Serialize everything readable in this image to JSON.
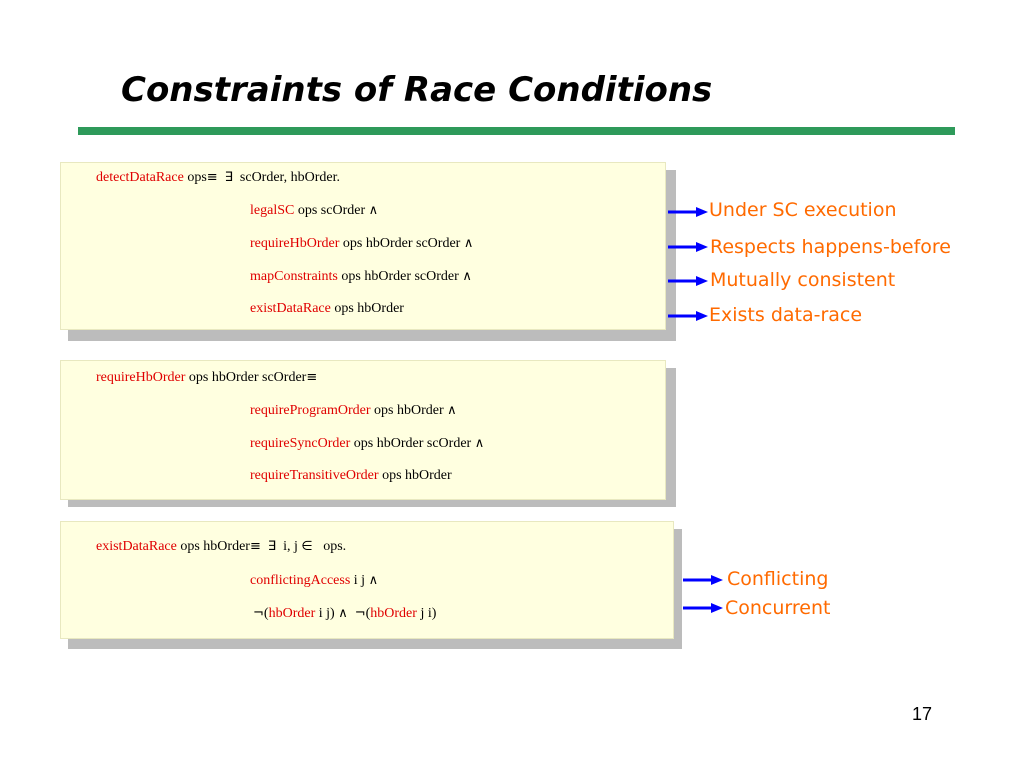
{
  "title": "Constraints of Race Conditions",
  "page_number": "17",
  "colors": {
    "accent_rule": "#2e9a5a",
    "keyword": "#e00000",
    "note": "#ff6a00",
    "arrow": "#0000ff",
    "box_bg": "#ffffe0"
  },
  "box1": {
    "l1": {
      "kw": "detectDataRace",
      "text": " ops",
      "equiv": "≡",
      "exists": "∃",
      "rest": "scOrder, hbOrder."
    },
    "l2": {
      "kw": "legalSC",
      "text": " ops scOrder ",
      "and": "∧"
    },
    "l3": {
      "kw": "requireHbOrder",
      "text": " ops hbOrder scOrder ",
      "and": "∧"
    },
    "l4": {
      "kw": "mapConstraints",
      "text": " ops hbOrder scOrder ",
      "and": "∧"
    },
    "l5": {
      "kw": "existDataRace",
      "text": " ops hbOrder"
    }
  },
  "box2": {
    "l1": {
      "kw": "requireHbOrder",
      "text": " ops hbOrder scOrder",
      "equiv": "≡"
    },
    "l2": {
      "kw": "requireProgramOrder",
      "text": " ops hbOrder ",
      "and": "∧"
    },
    "l3": {
      "kw": "requireSyncOrder",
      "text": " ops hbOrder scOrder ",
      "and": "∧"
    },
    "l4": {
      "kw": "requireTransitiveOrder",
      "text": " ops hbOrder"
    }
  },
  "box3": {
    "l1": {
      "kw": "existDataRace",
      "text": " ops hbOrder",
      "equiv": "≡",
      "exists": "∃",
      "vars": "i, j",
      "in": "∈",
      "rest": "ops."
    },
    "l2": {
      "kw": "conflictingAccess",
      "text": " i j ",
      "and": "∧"
    },
    "l3": {
      "not1": "¬",
      "open1": "(",
      "kw1": "hbOrder",
      "mid1": " i j) ",
      "and": "∧",
      "not2": "¬",
      "open2": "(",
      "kw2": "hbOrder",
      "mid2": " j i)"
    }
  },
  "notes": {
    "n1": "Under SC execution",
    "n2": "Respects happens-before",
    "n3": "Mutually consistent",
    "n4": "Exists data-race",
    "n5": "Conflicting",
    "n6": "Concurrent"
  }
}
